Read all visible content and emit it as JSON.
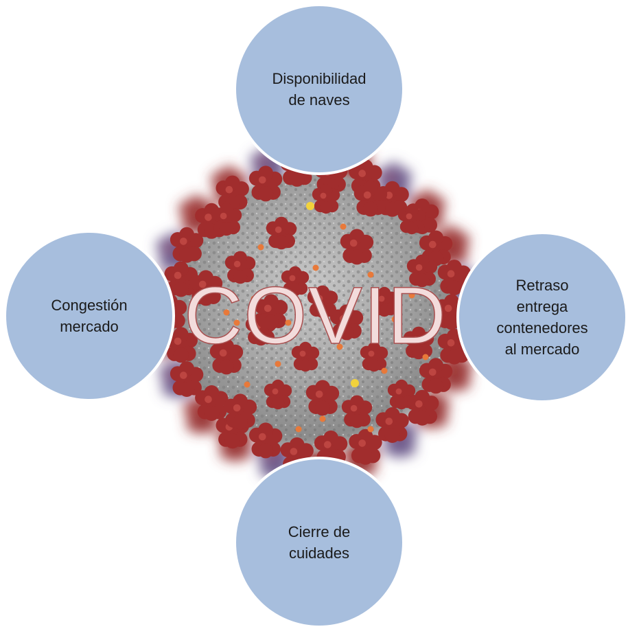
{
  "diagram": {
    "center": {
      "label": "COVID"
    },
    "nodes": [
      {
        "id": "top",
        "label": "Disponibilidad\nde naves"
      },
      {
        "id": "left",
        "label": "Congestión\nmercado"
      },
      {
        "id": "right",
        "label": "Retraso\nentrega\ncontenedores\nal mercado"
      },
      {
        "id": "bottom",
        "label": "Cierre de\ncuidades"
      }
    ]
  },
  "colors": {
    "node_fill": "#a7bedd",
    "node_border": "#ffffff",
    "virus_body": "#9c9c9c",
    "spike": "#a12d2d",
    "accent_orange": "#e8793a",
    "accent_yellow": "#f2d23c"
  }
}
